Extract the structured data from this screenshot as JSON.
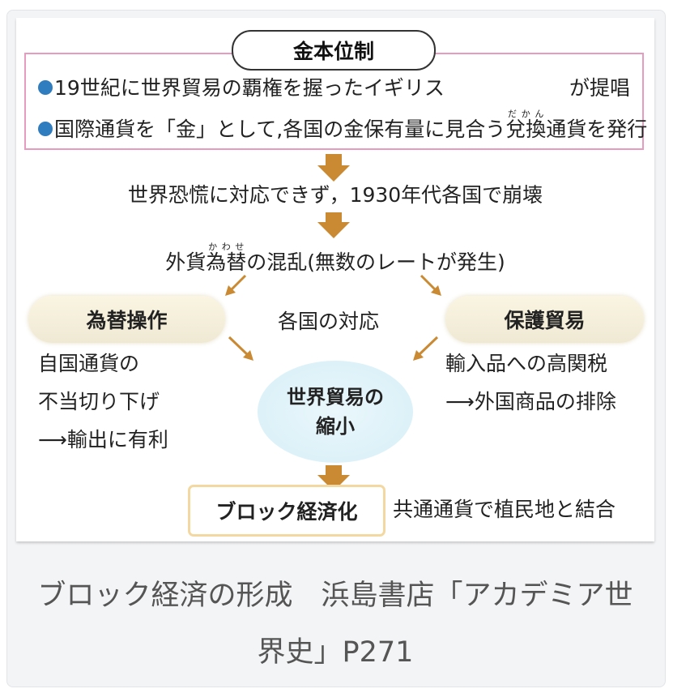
{
  "title": "金本位制",
  "gold_standard": {
    "line1_main": "19世紀に世界貿易の覇権を握ったイギリス",
    "line1_end": "が提唱",
    "line2_pre": "国際通貨を「金」として,各国の金保有量に見合う",
    "line2_ruby_base": "兌換",
    "line2_ruby_text": "だかん",
    "line2_post": "通貨を発行"
  },
  "step2": "世界恐慌に対応できず，1930年代各国で崩壊",
  "step3": {
    "pre": "外貨",
    "ruby_base": "為替",
    "ruby_text": "かわせ",
    "post": "の混乱(無数のレートが発生)"
  },
  "responses_label": "各国の対応",
  "left": {
    "title": "為替操作",
    "lines": [
      "自国通貨の",
      "不当切り下げ",
      "輸出に有利"
    ]
  },
  "right": {
    "title": "保護貿易",
    "lines": [
      "輸入品への高関税",
      "外国商品の排除"
    ]
  },
  "center": {
    "line1": "世界貿易の",
    "line2": "縮小"
  },
  "result": {
    "title": "ブロック経済化",
    "note": "共通通貨で植民地と結合"
  },
  "caption": {
    "line1": "ブロック経済の形成　浜島書店「アカデミア世",
    "line2": "界史」P271"
  },
  "colors": {
    "arrow": "#c98a33",
    "bullet": "#2f7cbf",
    "pink_border": "#e79bbf"
  }
}
